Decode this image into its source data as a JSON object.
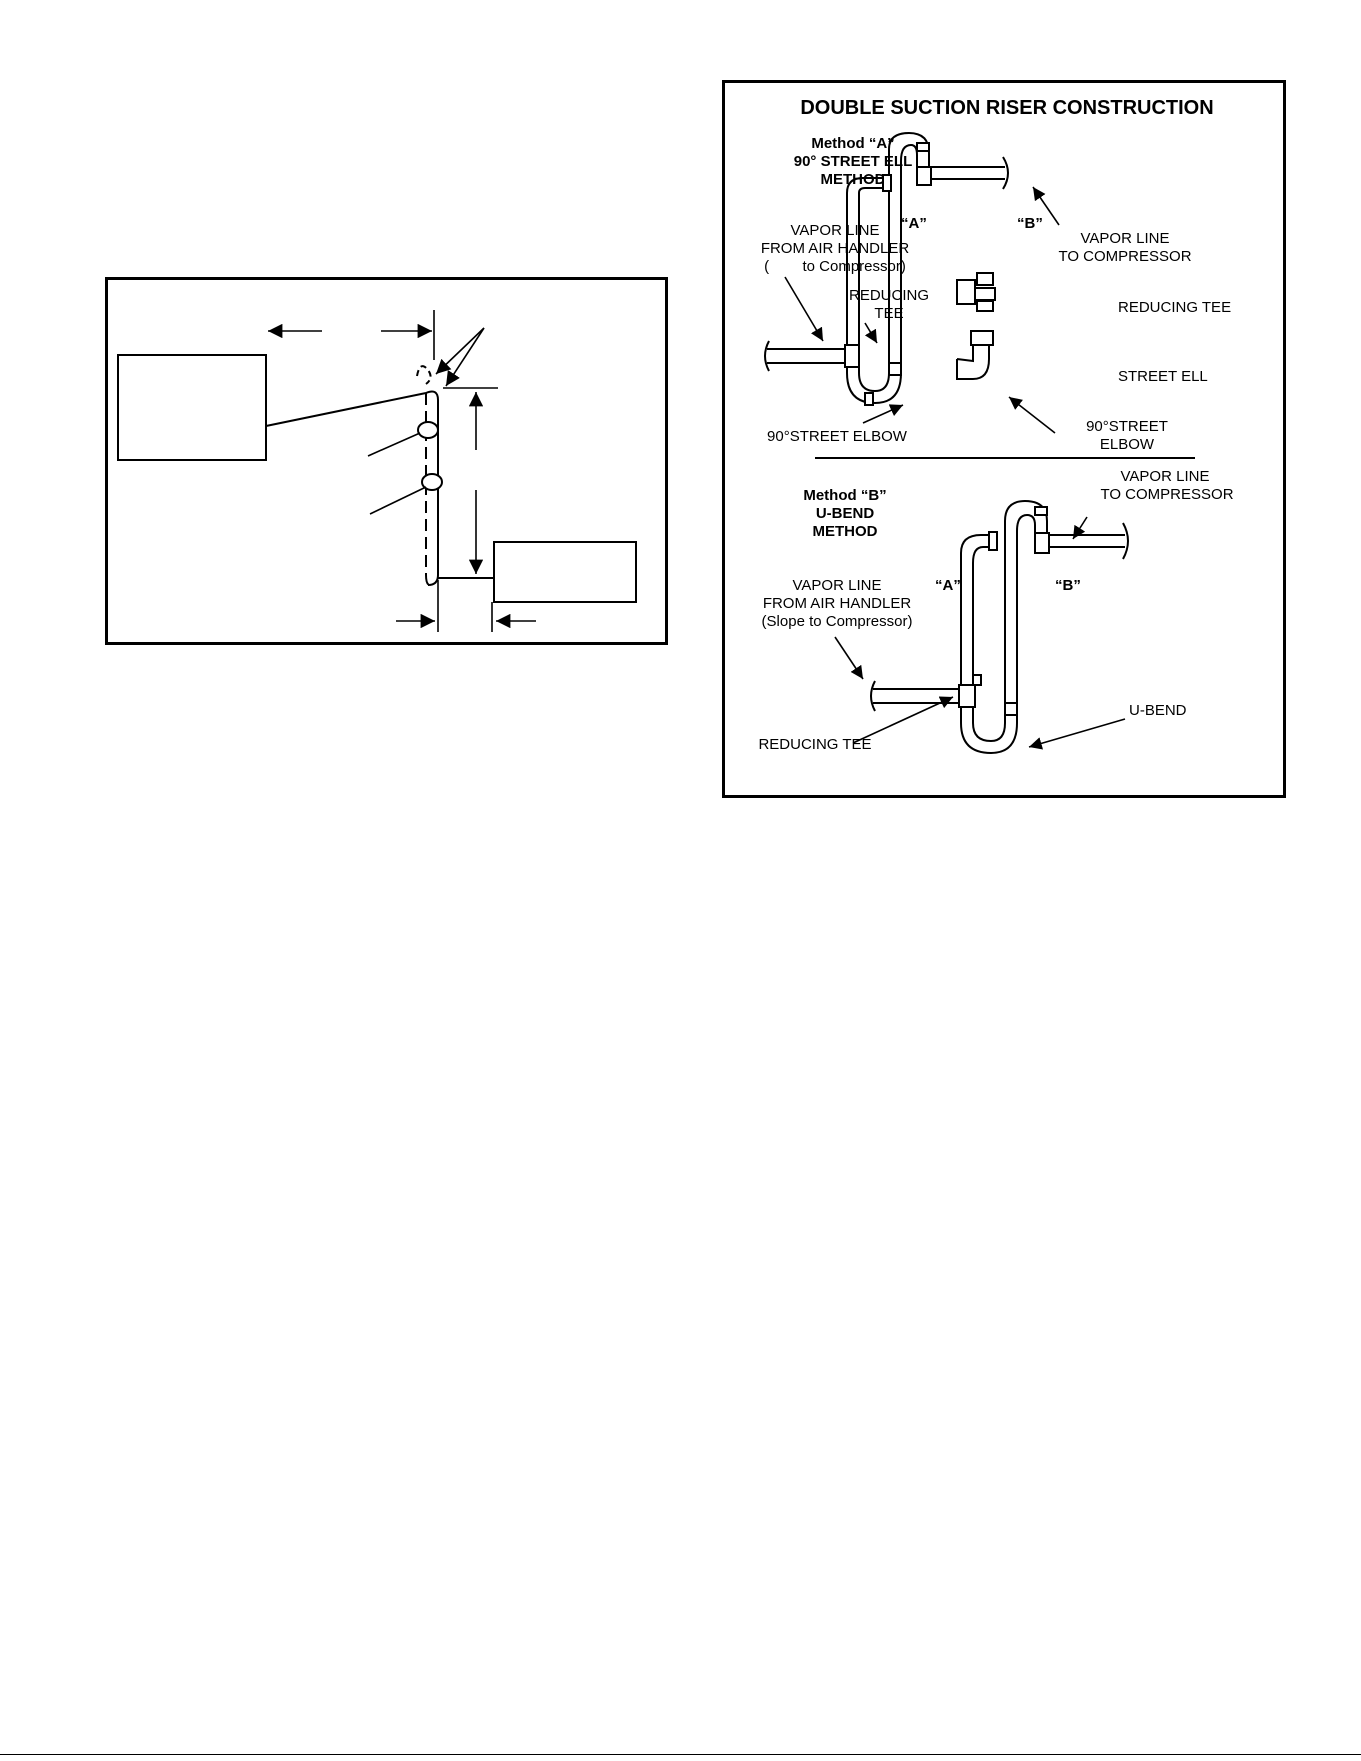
{
  "right_panel": {
    "title": "DOUBLE SUCTION RISER CONSTRUCTION",
    "method_a": {
      "heading": [
        "Method “A”",
        "90° STREET ELL",
        "METHOD"
      ],
      "label_a": "“A”",
      "label_b": "“B”",
      "vapor_in": [
        "VAPOR LINE",
        "FROM AIR HANDLER",
        "(        to Compressor)"
      ],
      "vapor_out": [
        "VAPOR LINE",
        "TO COMPRESSOR"
      ],
      "reducing_tee": [
        "REDUCING",
        "TEE"
      ],
      "reducing_tee_part": "REDUCING TEE",
      "street_ell_part": "STREET ELL",
      "elbow_left": "90°STREET ELBOW",
      "elbow_right": [
        "90°STREET",
        "ELBOW"
      ]
    },
    "method_b": {
      "heading": [
        "Method “B”",
        "U-BEND",
        "METHOD"
      ],
      "label_a": "“A”",
      "label_b": "“B”",
      "vapor_in": [
        "VAPOR LINE",
        "FROM AIR HANDLER",
        "(Slope to Compressor)"
      ],
      "vapor_out": [
        "VAPOR LINE",
        "TO COMPRESSOR"
      ],
      "reducing_tee": "REDUCING TEE",
      "u_bend": "U-BEND"
    }
  }
}
